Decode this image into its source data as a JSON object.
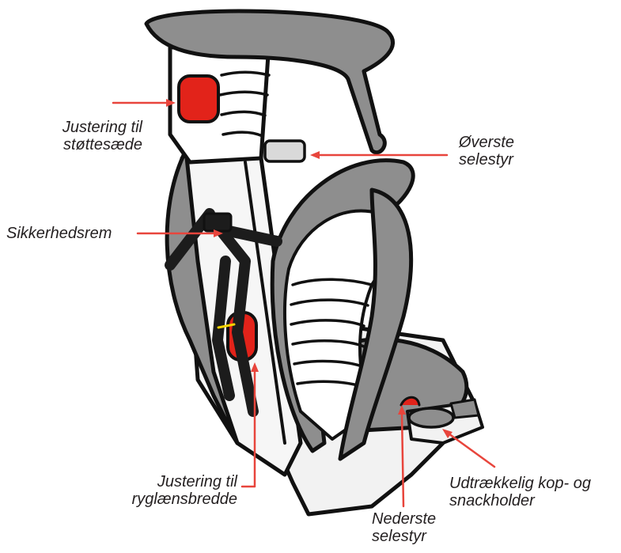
{
  "colors": {
    "outline": "#111111",
    "gray": "#8e8e8e",
    "light_gray": "#d9d9d9",
    "red": "#e2231a",
    "arrow": "#e8453c",
    "strap": "#1c1c1c",
    "yellow": "#f5d300"
  },
  "labels": {
    "justering_stottesaede": {
      "line1": "Justering til",
      "line2": "støttesæde"
    },
    "overste_selestyr": {
      "line1": "Øverste",
      "line2": "selestyr"
    },
    "sikkerhedsrem": {
      "line1": "Sikkerhedsrem"
    },
    "justering_ryglaensbredde": {
      "line1": "Justering til",
      "line2": "ryglænsbredde"
    },
    "udtraekkelig": {
      "line1": "Udtrækkelig kop- og",
      "line2": "snackholder"
    },
    "nederste_selestyr": {
      "line1": "Nederste",
      "line2": "selestyr"
    }
  }
}
